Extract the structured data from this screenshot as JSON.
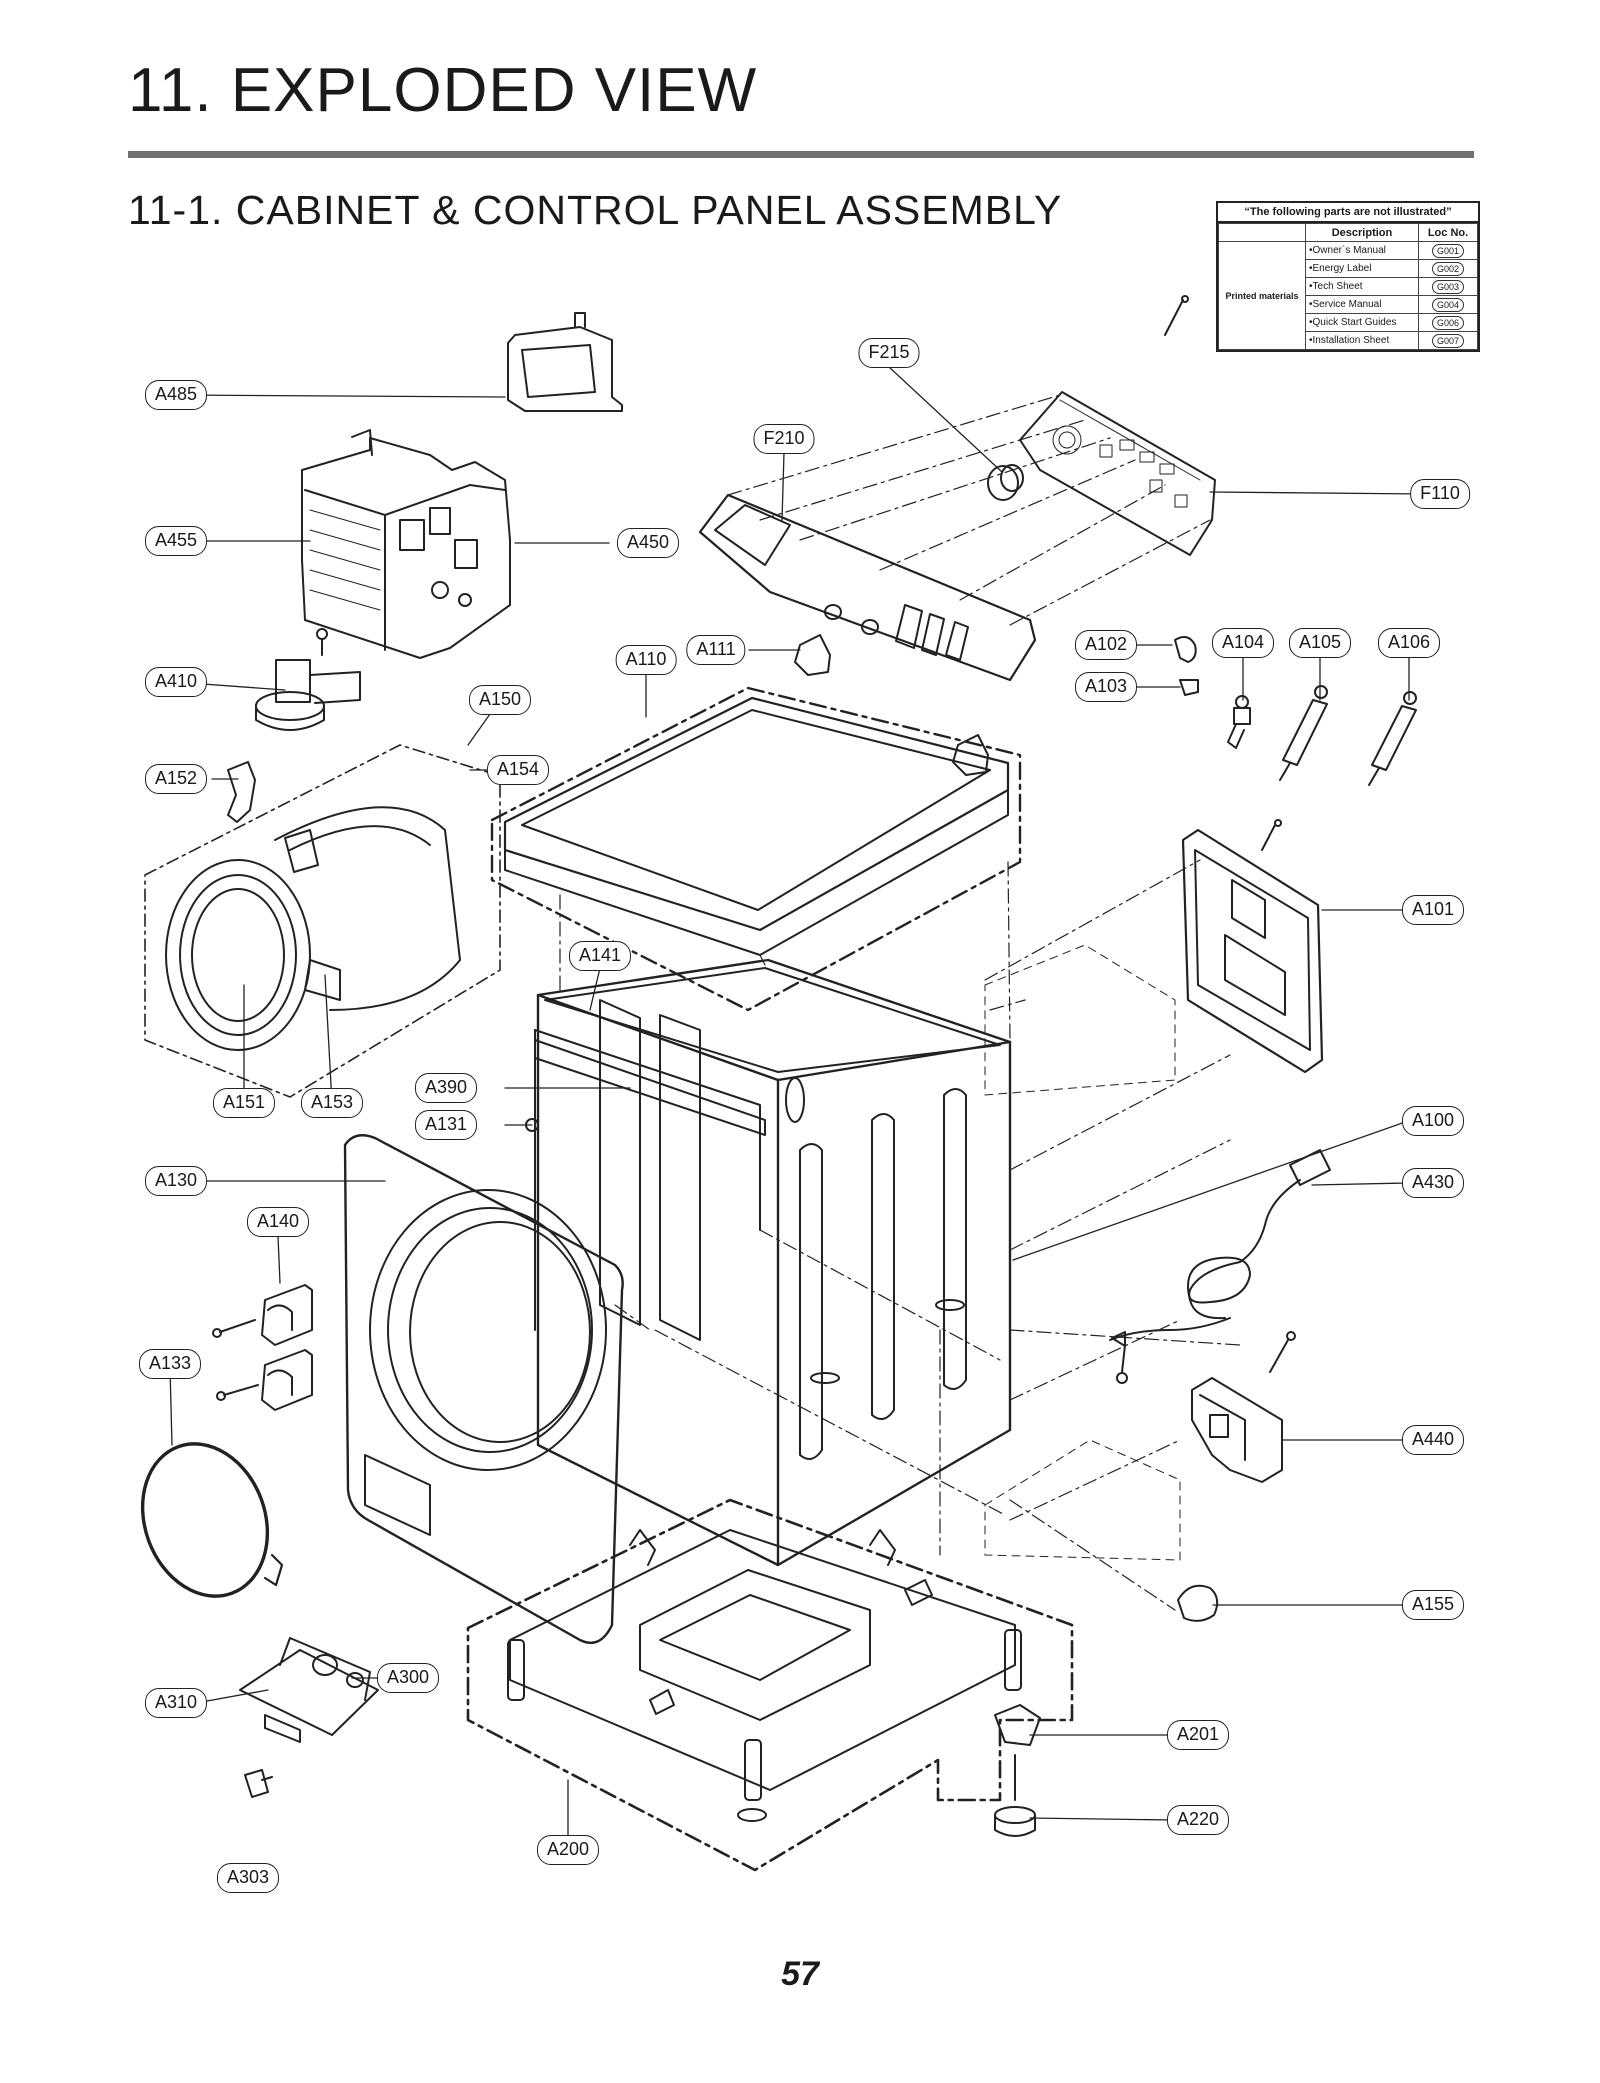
{
  "header": {
    "title": "11. EXPLODED VIEW",
    "section": "11-1. CABINET & CONTROL PANEL ASSEMBLY"
  },
  "not_illustrated": {
    "heading": "“The following parts are not illustrated”",
    "col_description": "Description",
    "col_loc": "Loc No.",
    "category": "Printed materials",
    "rows": [
      {
        "desc": "•Owner`s Manual",
        "loc": "G001"
      },
      {
        "desc": "•Energy Label",
        "loc": "G002"
      },
      {
        "desc": "•Tech Sheet",
        "loc": "G003"
      },
      {
        "desc": "•Service Manual",
        "loc": "G004"
      },
      {
        "desc": "•Quick Start Guides",
        "loc": "G006"
      },
      {
        "desc": "•Installation Sheet",
        "loc": "G007"
      }
    ]
  },
  "callouts": {
    "A485": "A485",
    "A455": "A455",
    "A450": "A450",
    "A410": "A410",
    "A150": "A150",
    "A152": "A152",
    "A154": "A154",
    "A151": "A151",
    "A153": "A153",
    "A141": "A141",
    "A390": "A390",
    "A131": "A131",
    "A130": "A130",
    "A140": "A140",
    "A133": "A133",
    "A310": "A310",
    "A300": "A300",
    "A303": "A303",
    "A200": "A200",
    "A110": "A110",
    "A111": "A111",
    "F210": "F210",
    "F215": "F215",
    "F110": "F110",
    "A102": "A102",
    "A103": "A103",
    "A104": "A104",
    "A105": "A105",
    "A106": "A106",
    "A101": "A101",
    "A100": "A100",
    "A430": "A430",
    "A440": "A440",
    "A155": "A155",
    "A201": "A201",
    "A220": "A220"
  },
  "footer": {
    "page_number": "57"
  }
}
